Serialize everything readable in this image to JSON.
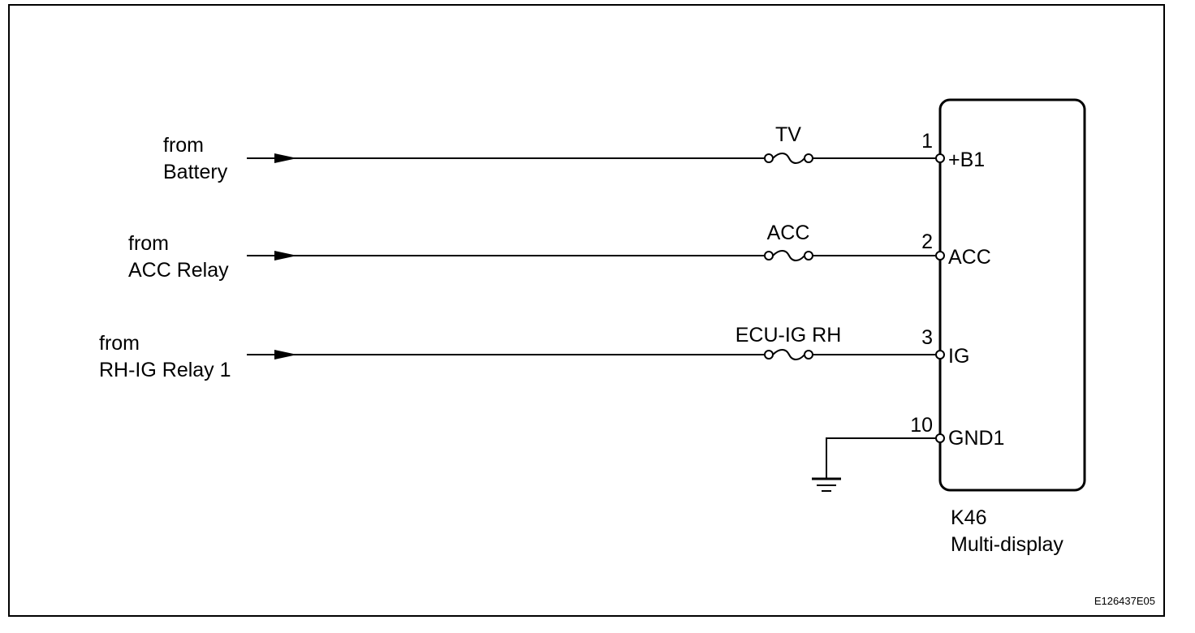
{
  "sources": [
    {
      "line1": "from",
      "line2": "Battery"
    },
    {
      "line1": "from",
      "line2": "ACC Relay"
    },
    {
      "line1": "from",
      "line2": "RH-IG Relay 1"
    }
  ],
  "fuses": [
    {
      "name": "TV"
    },
    {
      "name": "ACC"
    },
    {
      "name": "ECU-IG RH"
    }
  ],
  "pins": [
    {
      "number": "1",
      "name": "+B1"
    },
    {
      "number": "2",
      "name": "ACC"
    },
    {
      "number": "3",
      "name": "IG"
    },
    {
      "number": "10",
      "name": "GND1"
    }
  ],
  "component": {
    "code": "K46",
    "name": "Multi-display"
  },
  "figure_code": "E126437E05"
}
